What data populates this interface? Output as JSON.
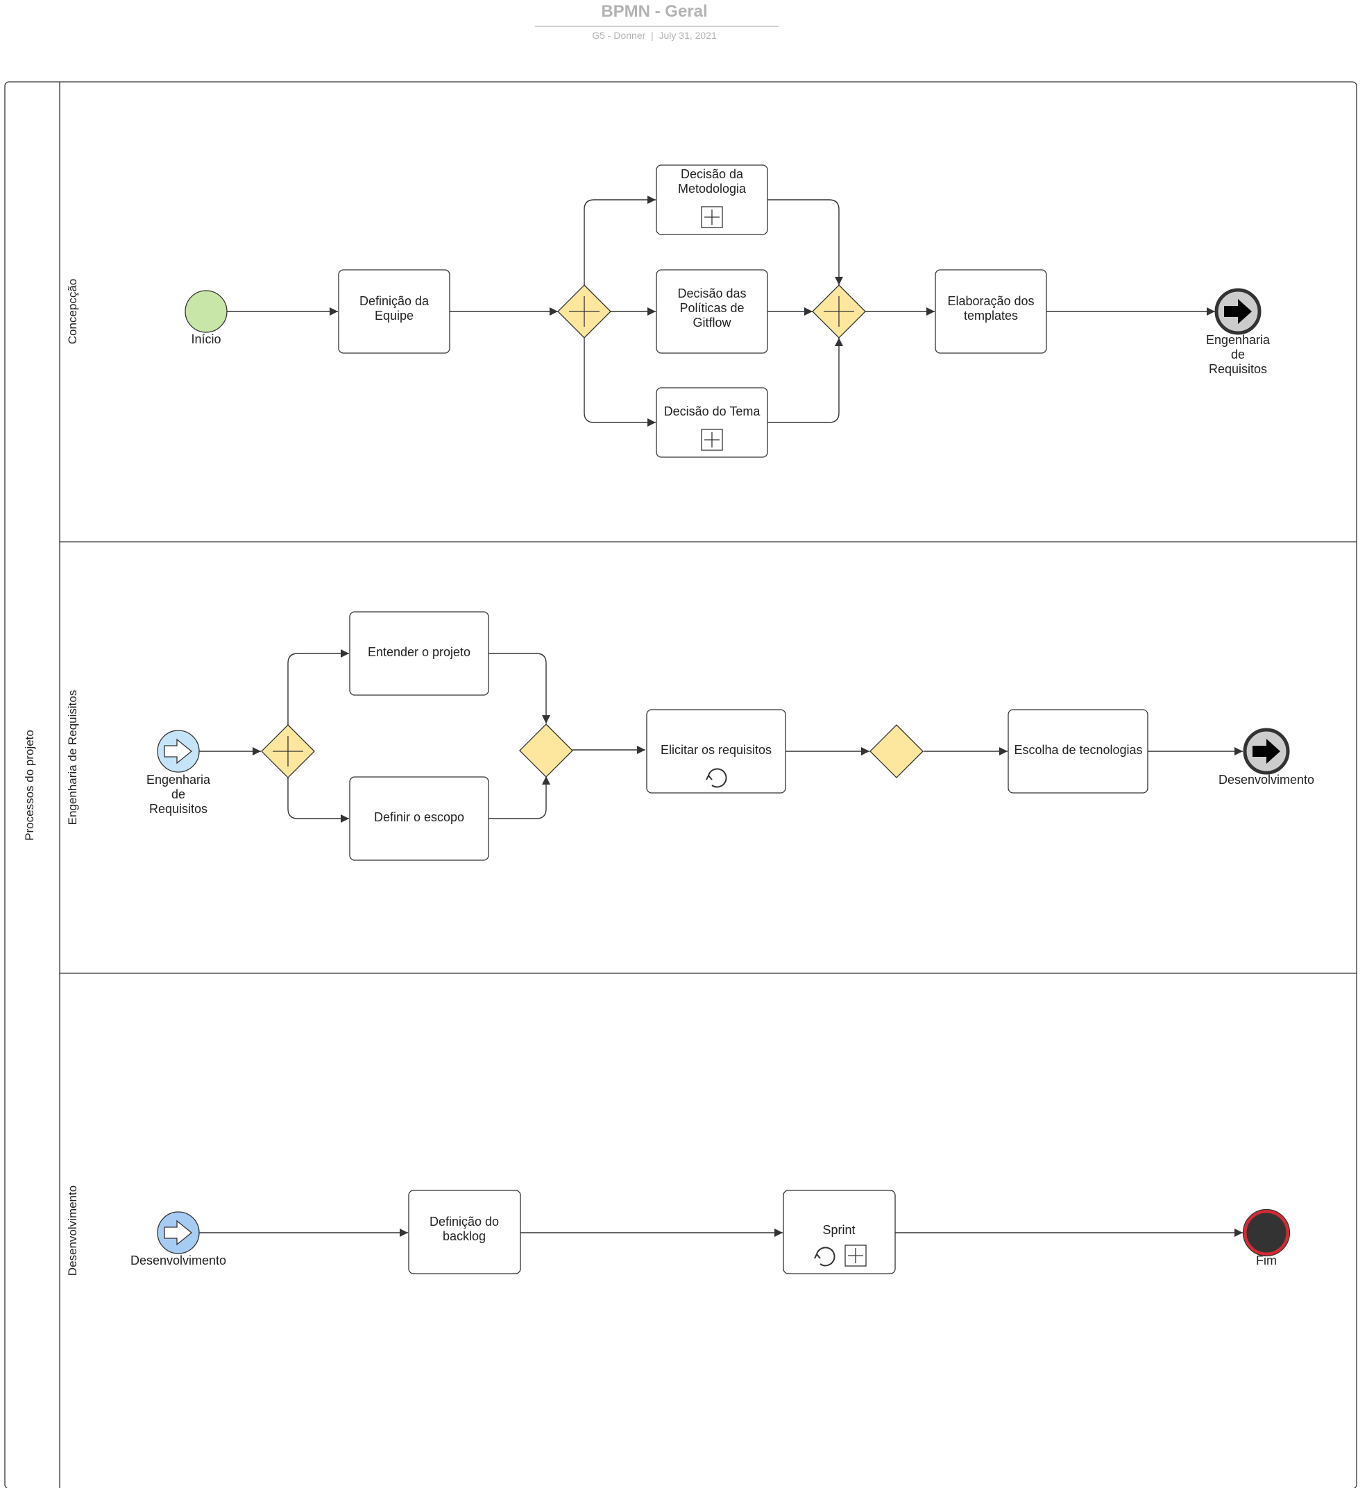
{
  "header": {
    "title": "BPMN - Geral",
    "subtitle": "G5 - Donner  |  July 31, 2021"
  },
  "pool": {
    "label": "Processos do projeto"
  },
  "lanes": [
    {
      "label": "Concepcção"
    },
    {
      "label": "Engenharia de Requisitos"
    },
    {
      "label": "Desenvolvimento"
    }
  ],
  "lane1": {
    "start": {
      "label": [
        "Início"
      ]
    },
    "team": {
      "label": [
        "Definição da",
        "Equipe"
      ]
    },
    "methodology": {
      "label": [
        "Decisão da",
        "Metodologia"
      ]
    },
    "gitflow": {
      "label": [
        "Decisão das",
        "Políticas de",
        "Gitflow"
      ]
    },
    "theme": {
      "label": [
        "Decisão do Tema"
      ]
    },
    "templates": {
      "label": [
        "Elaboração dos",
        "templates"
      ]
    },
    "end": {
      "label": [
        "Engenharia",
        "de",
        "Requisitos"
      ]
    }
  },
  "lane2": {
    "start": {
      "label": [
        "Engenharia",
        "de",
        "Requisitos"
      ]
    },
    "understand": {
      "label": [
        "Entender o projeto"
      ]
    },
    "scope": {
      "label": [
        "Definir o escopo"
      ]
    },
    "elicit": {
      "label": [
        "Elicitar os requisitos"
      ]
    },
    "tech": {
      "label": [
        "Escolha de tecnologias"
      ]
    },
    "end": {
      "label": [
        "Desenvolvimento"
      ]
    }
  },
  "lane3": {
    "start": {
      "label": [
        "Desenvolvimento"
      ]
    },
    "backlog": {
      "label": [
        "Definição do",
        "backlog"
      ]
    },
    "sprint": {
      "label": [
        "Sprint"
      ]
    },
    "end": {
      "label": [
        "Fim"
      ]
    }
  },
  "colors": {
    "start_event": "#c8e6a8",
    "message_start_light": "#c6e4f7",
    "message_start_dark": "#a7ccf4",
    "gateway": "#fde79f",
    "link_end": "#cccccc",
    "end_ring": "#d42a35",
    "end_core": "#333333"
  }
}
